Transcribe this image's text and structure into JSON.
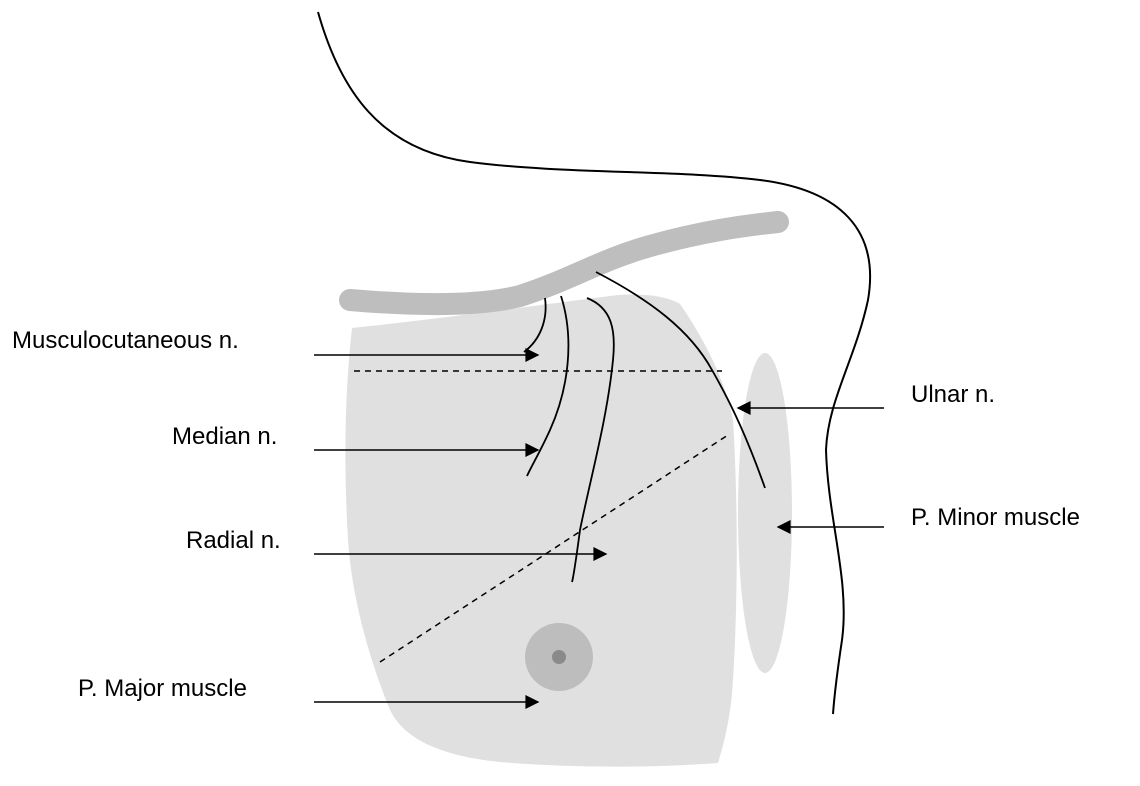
{
  "colors": {
    "background": "#ffffff",
    "muscle_fill": "#e0e0e0",
    "clavicle": "#bebebe",
    "areola": "#bdbdbd",
    "nipple": "#8a8a8a",
    "line": "#000000"
  },
  "labels": {
    "musculocutaneous": "Musculocutaneous n.",
    "median": "Median n.",
    "radial": "Radial n.",
    "pmajor": "P. Major muscle",
    "ulnar": "Ulnar n.",
    "pminor": "P. Minor muscle"
  }
}
